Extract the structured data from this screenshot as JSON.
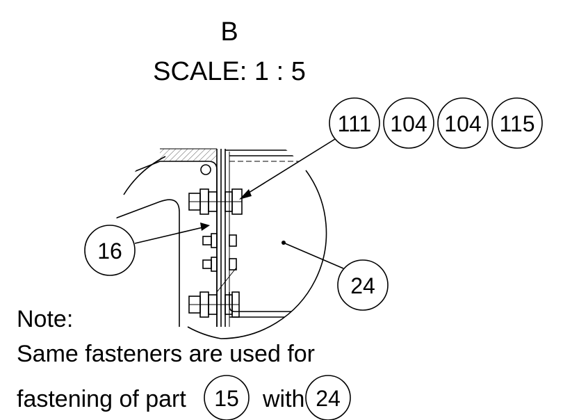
{
  "view": {
    "label": "B",
    "scale": "SCALE: 1 : 5"
  },
  "balloons_top": [
    "111",
    "104",
    "104",
    "115"
  ],
  "balloon_left": "16",
  "balloon_right": "24",
  "note": {
    "heading": "Note:",
    "line1": "Same fasteners are used for",
    "line2_prefix": "fastening of part",
    "part_a": "15",
    "line2_mid": "with",
    "part_b": "24"
  }
}
